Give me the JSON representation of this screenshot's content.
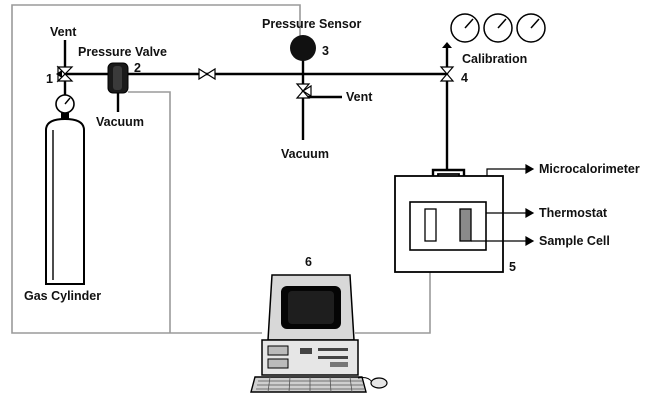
{
  "labels": {
    "vent_left": "Vent",
    "pressure_valve": "Pressure Valve",
    "pressure_sensor": "Pressure Sensor",
    "calibration": "Calibration",
    "vent_mid": "Vent",
    "vacuum_left": "Vacuum",
    "vacuum_mid": "Vacuum",
    "gas_cylinder": "Gas Cylinder",
    "microcalorimeter": "Microcalorimeter",
    "thermostat": "Thermostat",
    "sample_cell": "Sample Cell"
  },
  "numbers": {
    "n1": "1",
    "n2": "2",
    "n3": "3",
    "n4": "4",
    "n5": "5",
    "n6": "6"
  }
}
